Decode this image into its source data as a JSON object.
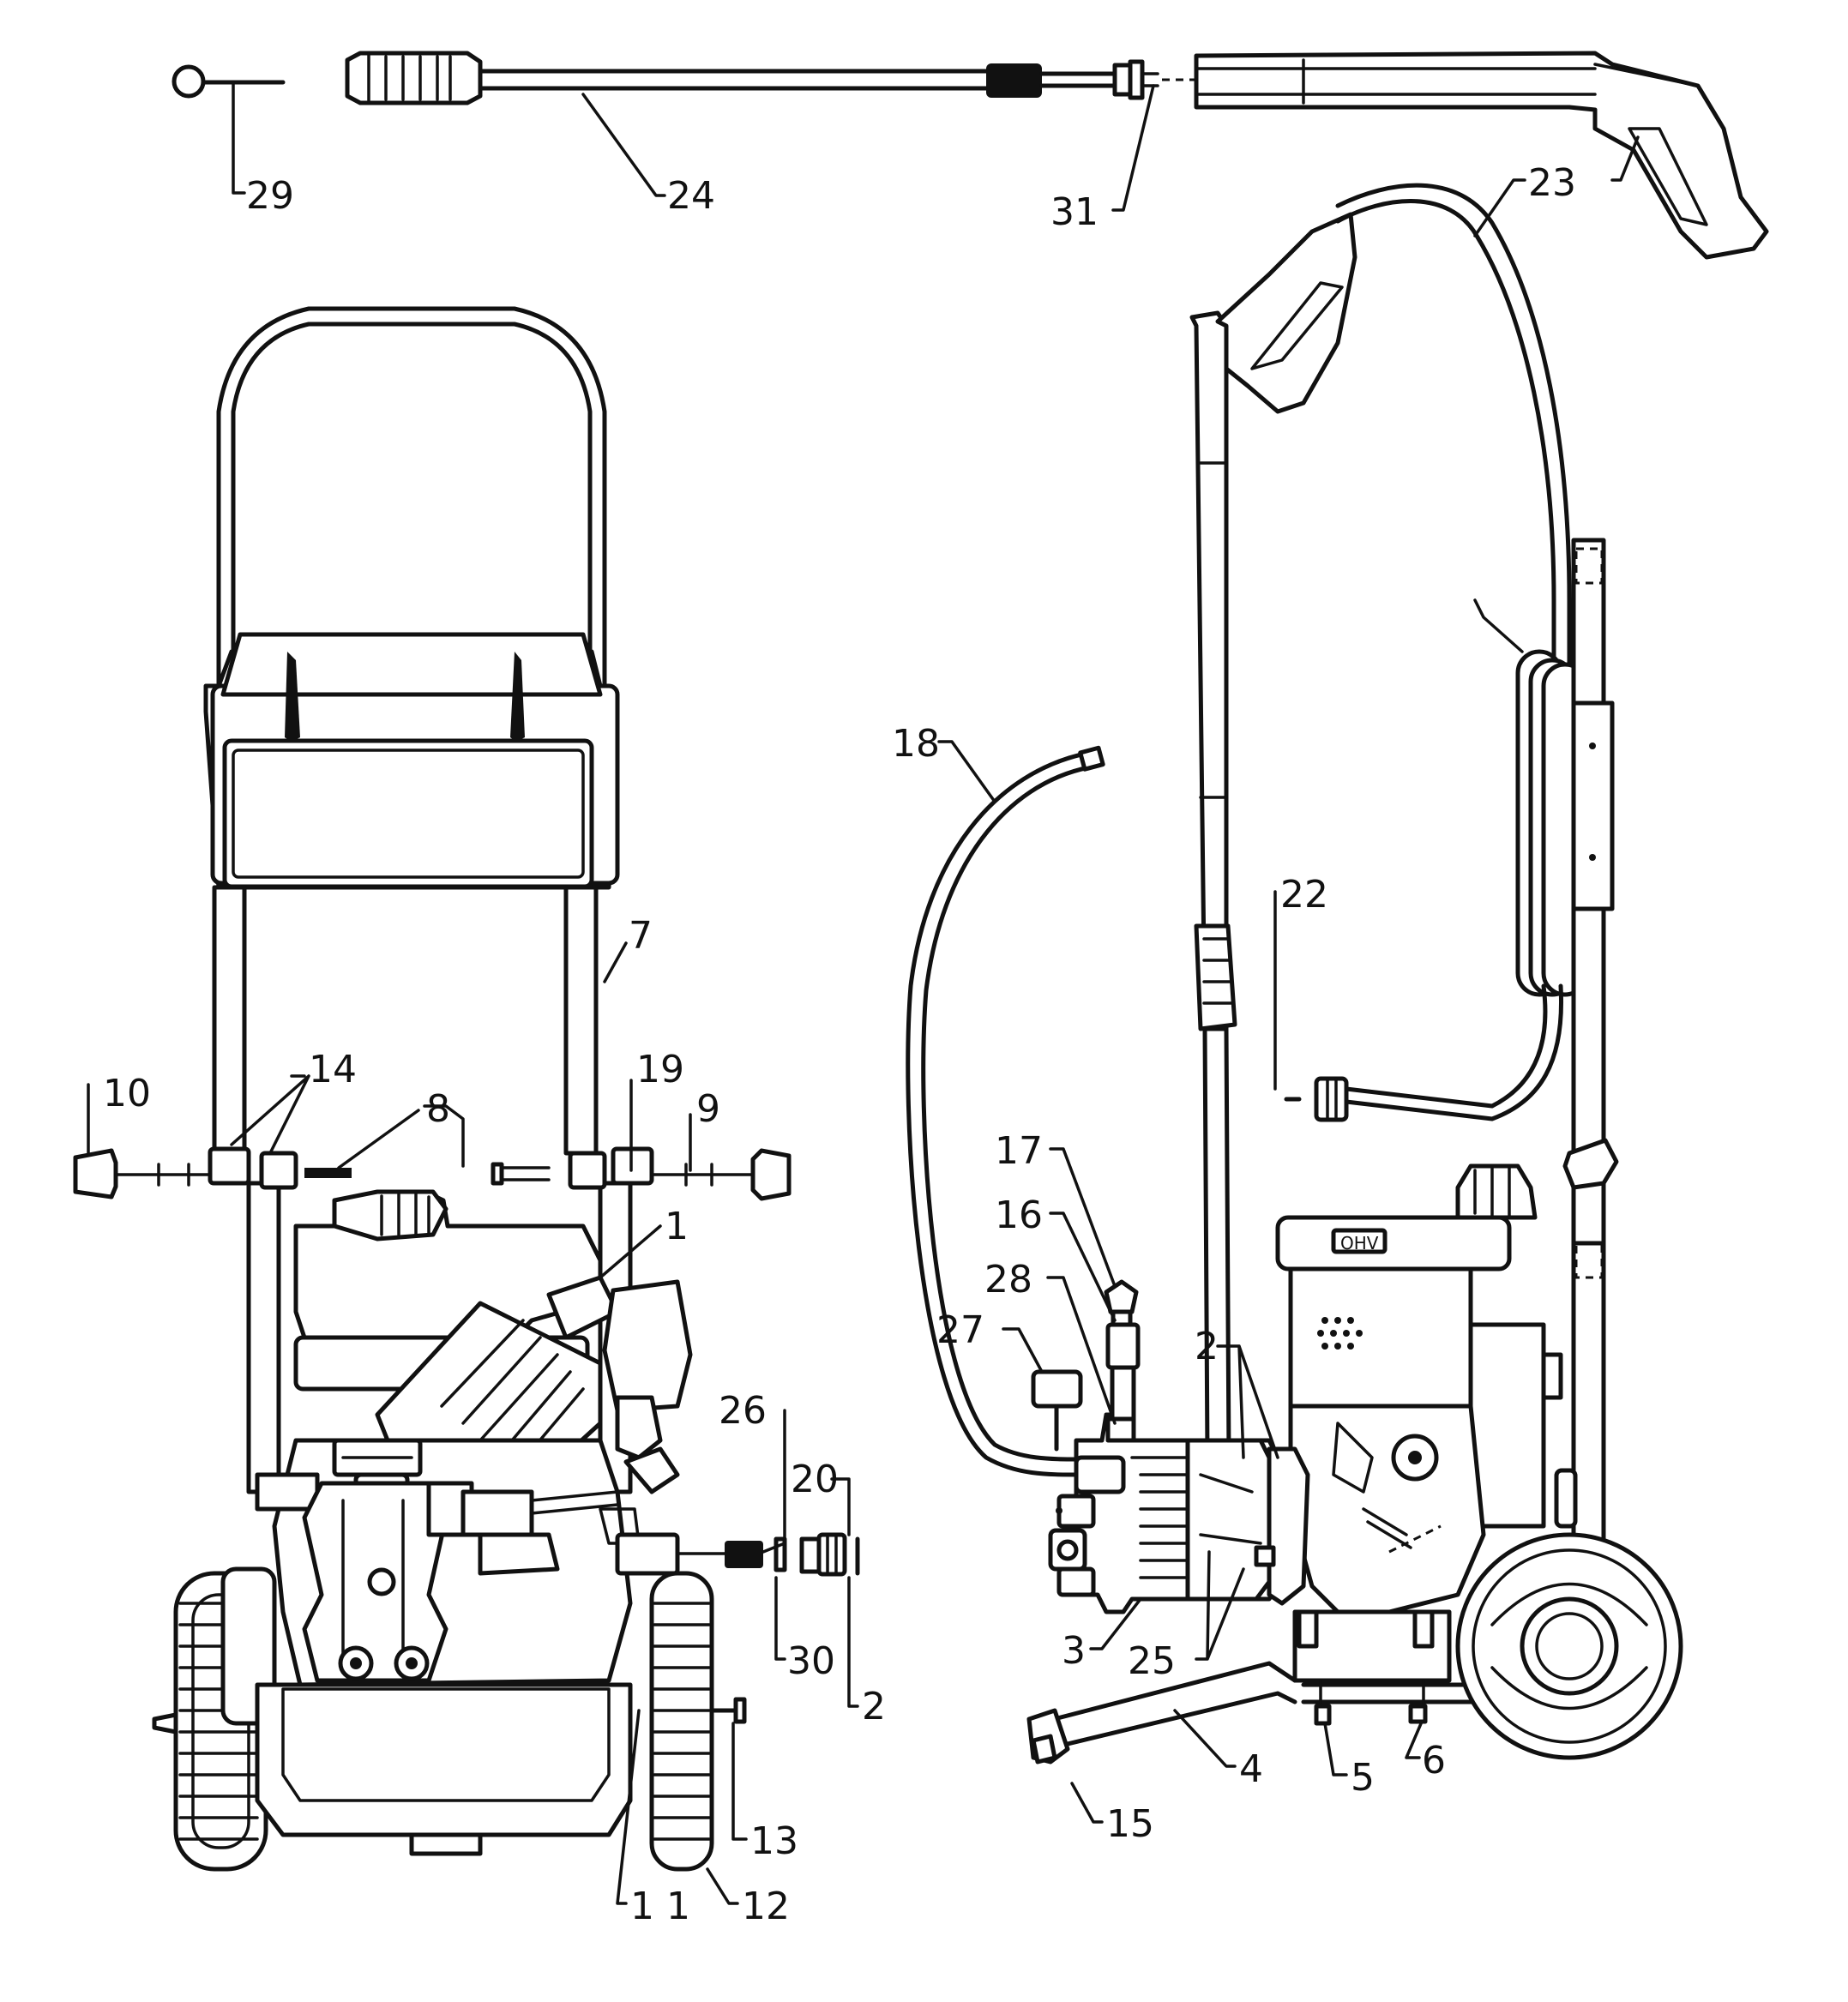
{
  "callouts": [
    {
      "id": "c29",
      "text": "29"
    },
    {
      "id": "c24",
      "text": "24"
    },
    {
      "id": "c31",
      "text": "31"
    },
    {
      "id": "c23",
      "text": "23"
    },
    {
      "id": "c18",
      "text": "18"
    },
    {
      "id": "c22",
      "text": "22"
    },
    {
      "id": "c7",
      "text": "7"
    },
    {
      "id": "c10",
      "text": "10"
    },
    {
      "id": "c14",
      "text": "14"
    },
    {
      "id": "c8",
      "text": "8"
    },
    {
      "id": "c19",
      "text": "19"
    },
    {
      "id": "c9",
      "text": "9"
    },
    {
      "id": "c1",
      "text": "1"
    },
    {
      "id": "c17",
      "text": "17"
    },
    {
      "id": "c16",
      "text": "16"
    },
    {
      "id": "c28",
      "text": "28"
    },
    {
      "id": "c27",
      "text": "27"
    },
    {
      "id": "c2a",
      "text": "2"
    },
    {
      "id": "c26",
      "text": "26"
    },
    {
      "id": "c20",
      "text": "20"
    },
    {
      "id": "c30",
      "text": "30"
    },
    {
      "id": "c2b",
      "text": "2"
    },
    {
      "id": "c3",
      "text": "3"
    },
    {
      "id": "c25",
      "text": "25"
    },
    {
      "id": "c4",
      "text": "4"
    },
    {
      "id": "c5",
      "text": "5"
    },
    {
      "id": "c6",
      "text": "6"
    },
    {
      "id": "c15",
      "text": "15"
    },
    {
      "id": "c13",
      "text": "13"
    },
    {
      "id": "c11",
      "text": "1 1"
    },
    {
      "id": "c12",
      "text": "12"
    }
  ],
  "engine_badge": "OHV"
}
